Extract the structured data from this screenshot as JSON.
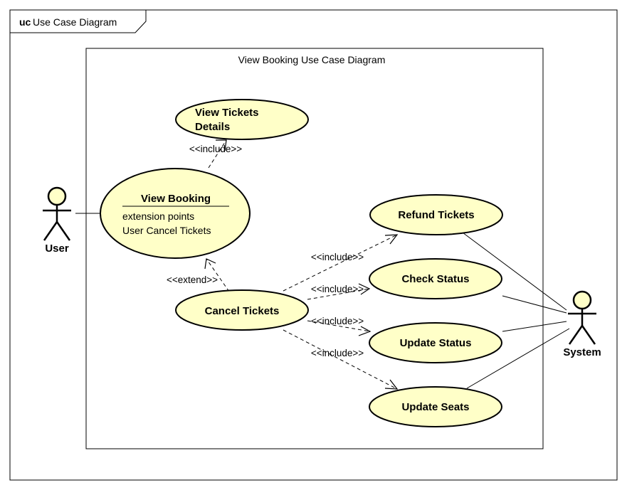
{
  "frame": {
    "kind": "uc",
    "title": "Use Case Diagram"
  },
  "system_boundary": {
    "title": "View Booking Use Case Diagram"
  },
  "actors": [
    {
      "id": "user",
      "label": "User"
    },
    {
      "id": "system",
      "label": "System"
    }
  ],
  "use_cases": {
    "view_tickets_details": {
      "line1": "View Tickets",
      "line2": "Details"
    },
    "view_booking": {
      "label": "View Booking",
      "ext_heading": "extension points",
      "ext_point": "User Cancel Tickets"
    },
    "cancel_tickets": {
      "label": "Cancel Tickets"
    },
    "refund_tickets": {
      "label": "Refund Tickets"
    },
    "check_status": {
      "label": "Check Status"
    },
    "update_status": {
      "label": "Update Status"
    },
    "update_seats": {
      "label": "Update Seats"
    }
  },
  "relationships": {
    "include_view_tickets": "<<include>>",
    "extend_cancel": "<<extend>>",
    "include_refund": "<<include>>",
    "include_check": "<<include>>",
    "include_update_status": "<<include>>",
    "include_update_seats": "<<include>>"
  },
  "colors": {
    "use_case_fill": "#ffffc8",
    "line": "#000000",
    "background": "#ffffff"
  }
}
